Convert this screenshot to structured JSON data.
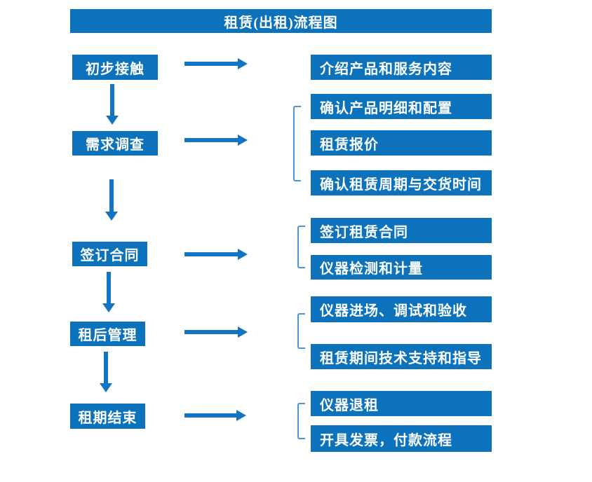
{
  "title": "租赁(出租)流程图",
  "colors": {
    "box_fill": "#0d72bc",
    "arrow": "#1474c4",
    "bracket": "#4d94d6",
    "text": "#ffffff",
    "background": "#ffffff"
  },
  "steps": [
    {
      "label": "初步接触",
      "outputs": [
        "介绍产品和服务内容"
      ]
    },
    {
      "label": "需求调查",
      "outputs": [
        "确认产品明细和配置",
        "租赁报价",
        "确认租赁周期与交货时间"
      ]
    },
    {
      "label": "签订合同",
      "outputs": [
        "签订租赁合同",
        "仪器检测和计量"
      ]
    },
    {
      "label": "租后管理",
      "outputs": [
        "仪器进场、调试和验收",
        "租赁期间技术支持和指导"
      ]
    },
    {
      "label": "租期结束",
      "outputs": [
        "仪器退租",
        "开具发票，付款流程"
      ]
    }
  ]
}
